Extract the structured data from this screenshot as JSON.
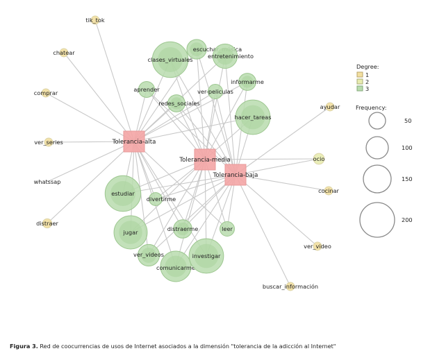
{
  "caption": {
    "label": "Figura 3.",
    "text": "Red de coocurrencias de usos de Internet asociados a la dimensión \"tolerancia de la adicción al Internet\""
  },
  "colors": {
    "hub_fill": "#f4a5a5",
    "hub_stroke": "#e89a9a",
    "degree_1": "#f2dfa0",
    "degree_2": "#e8ecb0",
    "degree_3": "#b9dcae",
    "degree_3_inner": "#a9d49c",
    "edge": "#c8c8c8"
  },
  "legend": {
    "degree_title": "Degree:",
    "degree_items": [
      {
        "label": "1",
        "degree": 1
      },
      {
        "label": "2",
        "degree": 2
      },
      {
        "label": "3",
        "degree": 3
      }
    ],
    "frequency_title": "Frequency:",
    "frequency_items": [
      {
        "label": "50",
        "value": 50
      },
      {
        "label": "100",
        "value": 100
      },
      {
        "label": "150",
        "value": 150
      },
      {
        "label": "200",
        "value": 200
      }
    ]
  },
  "hubs": [
    {
      "id": "alta",
      "label": "Tolerancia-alta"
    },
    {
      "id": "media",
      "label": "Tolerancia-media"
    },
    {
      "id": "baja",
      "label": "Tolerancia-baja"
    }
  ],
  "nodes": [
    {
      "id": "tik_tok",
      "label": "tik_tok",
      "degree": 1,
      "frequency": 8,
      "links": [
        "alta"
      ]
    },
    {
      "id": "chatear",
      "label": "chatear",
      "degree": 1,
      "frequency": 8,
      "links": [
        "alta"
      ]
    },
    {
      "id": "comprar",
      "label": "comprar",
      "degree": 1,
      "frequency": 8,
      "links": [
        "alta"
      ]
    },
    {
      "id": "ver_series",
      "label": "ver_series",
      "degree": 1,
      "frequency": 8,
      "links": [
        "alta"
      ]
    },
    {
      "id": "whatssap",
      "label": "whatssap",
      "degree": 1,
      "frequency": 4,
      "links": [
        "alta"
      ]
    },
    {
      "id": "distraer",
      "label": "distraer",
      "degree": 1,
      "frequency": 10,
      "links": [
        "alta"
      ]
    },
    {
      "id": "clases_virtuales",
      "label": "clases_virtuales",
      "degree": 3,
      "frequency": 150,
      "links": [
        "alta",
        "media",
        "baja"
      ]
    },
    {
      "id": "escuchar_musica",
      "label": "escuchar_música",
      "degree": 3,
      "frequency": 45,
      "links": [
        "alta",
        "media",
        "baja"
      ]
    },
    {
      "id": "entretenimiento",
      "label": "entretenimiento",
      "degree": 3,
      "frequency": 70,
      "links": [
        "alta",
        "media",
        "baja"
      ]
    },
    {
      "id": "informarme",
      "label": "informarme",
      "degree": 3,
      "frequency": 35,
      "links": [
        "alta",
        "media",
        "baja"
      ]
    },
    {
      "id": "aprender",
      "label": "aprender",
      "degree": 3,
      "frequency": 30,
      "links": [
        "alta",
        "media",
        "baja"
      ]
    },
    {
      "id": "ver_peliculas",
      "label": "ver-peliculas",
      "degree": 3,
      "frequency": 25,
      "links": [
        "alta",
        "media",
        "baja"
      ]
    },
    {
      "id": "redes_sociales",
      "label": "redes_sociales",
      "degree": 3,
      "frequency": 35,
      "links": [
        "alta",
        "media",
        "baja"
      ]
    },
    {
      "id": "hacer_tareas",
      "label": "hacer_tareas",
      "degree": 3,
      "frequency": 140,
      "links": [
        "alta",
        "media",
        "baja"
      ]
    },
    {
      "id": "ayudar",
      "label": "ayudar",
      "degree": 1,
      "frequency": 8,
      "links": [
        "baja"
      ]
    },
    {
      "id": "ocio",
      "label": "ocio",
      "degree": 2,
      "frequency": 14,
      "links": [
        "media",
        "baja"
      ]
    },
    {
      "id": "cocinar",
      "label": "cocinar",
      "degree": 1,
      "frequency": 8,
      "links": [
        "baja"
      ]
    },
    {
      "id": "ver_video",
      "label": "ver_video",
      "degree": 1,
      "frequency": 8,
      "links": [
        "baja"
      ]
    },
    {
      "id": "buscar_informacion",
      "label": "buscar_información",
      "degree": 1,
      "frequency": 8,
      "links": [
        "baja"
      ]
    },
    {
      "id": "estudiar",
      "label": "estudiar",
      "degree": 3,
      "frequency": 150,
      "links": [
        "alta",
        "media",
        "baja"
      ]
    },
    {
      "id": "divertirme",
      "label": "divertirme",
      "degree": 3,
      "frequency": 20,
      "links": [
        "alta",
        "media",
        "baja"
      ]
    },
    {
      "id": "jugar",
      "label": "jugar",
      "degree": 3,
      "frequency": 130,
      "links": [
        "alta",
        "media",
        "baja"
      ]
    },
    {
      "id": "distraerme",
      "label": "distraerme",
      "degree": 3,
      "frequency": 40,
      "links": [
        "alta",
        "media",
        "baja"
      ]
    },
    {
      "id": "leer",
      "label": "leer",
      "degree": 3,
      "frequency": 25,
      "links": [
        "alta",
        "media",
        "baja"
      ]
    },
    {
      "id": "ver_videos",
      "label": "ver_videos",
      "degree": 3,
      "frequency": 55,
      "links": [
        "alta",
        "media",
        "baja"
      ]
    },
    {
      "id": "comunicarme",
      "label": "comunicarme",
      "degree": 3,
      "frequency": 110,
      "links": [
        "alta",
        "media",
        "baja"
      ]
    },
    {
      "id": "investigar",
      "label": "investigar",
      "degree": 3,
      "frequency": 140,
      "links": [
        "alta",
        "media",
        "baja"
      ]
    }
  ]
}
